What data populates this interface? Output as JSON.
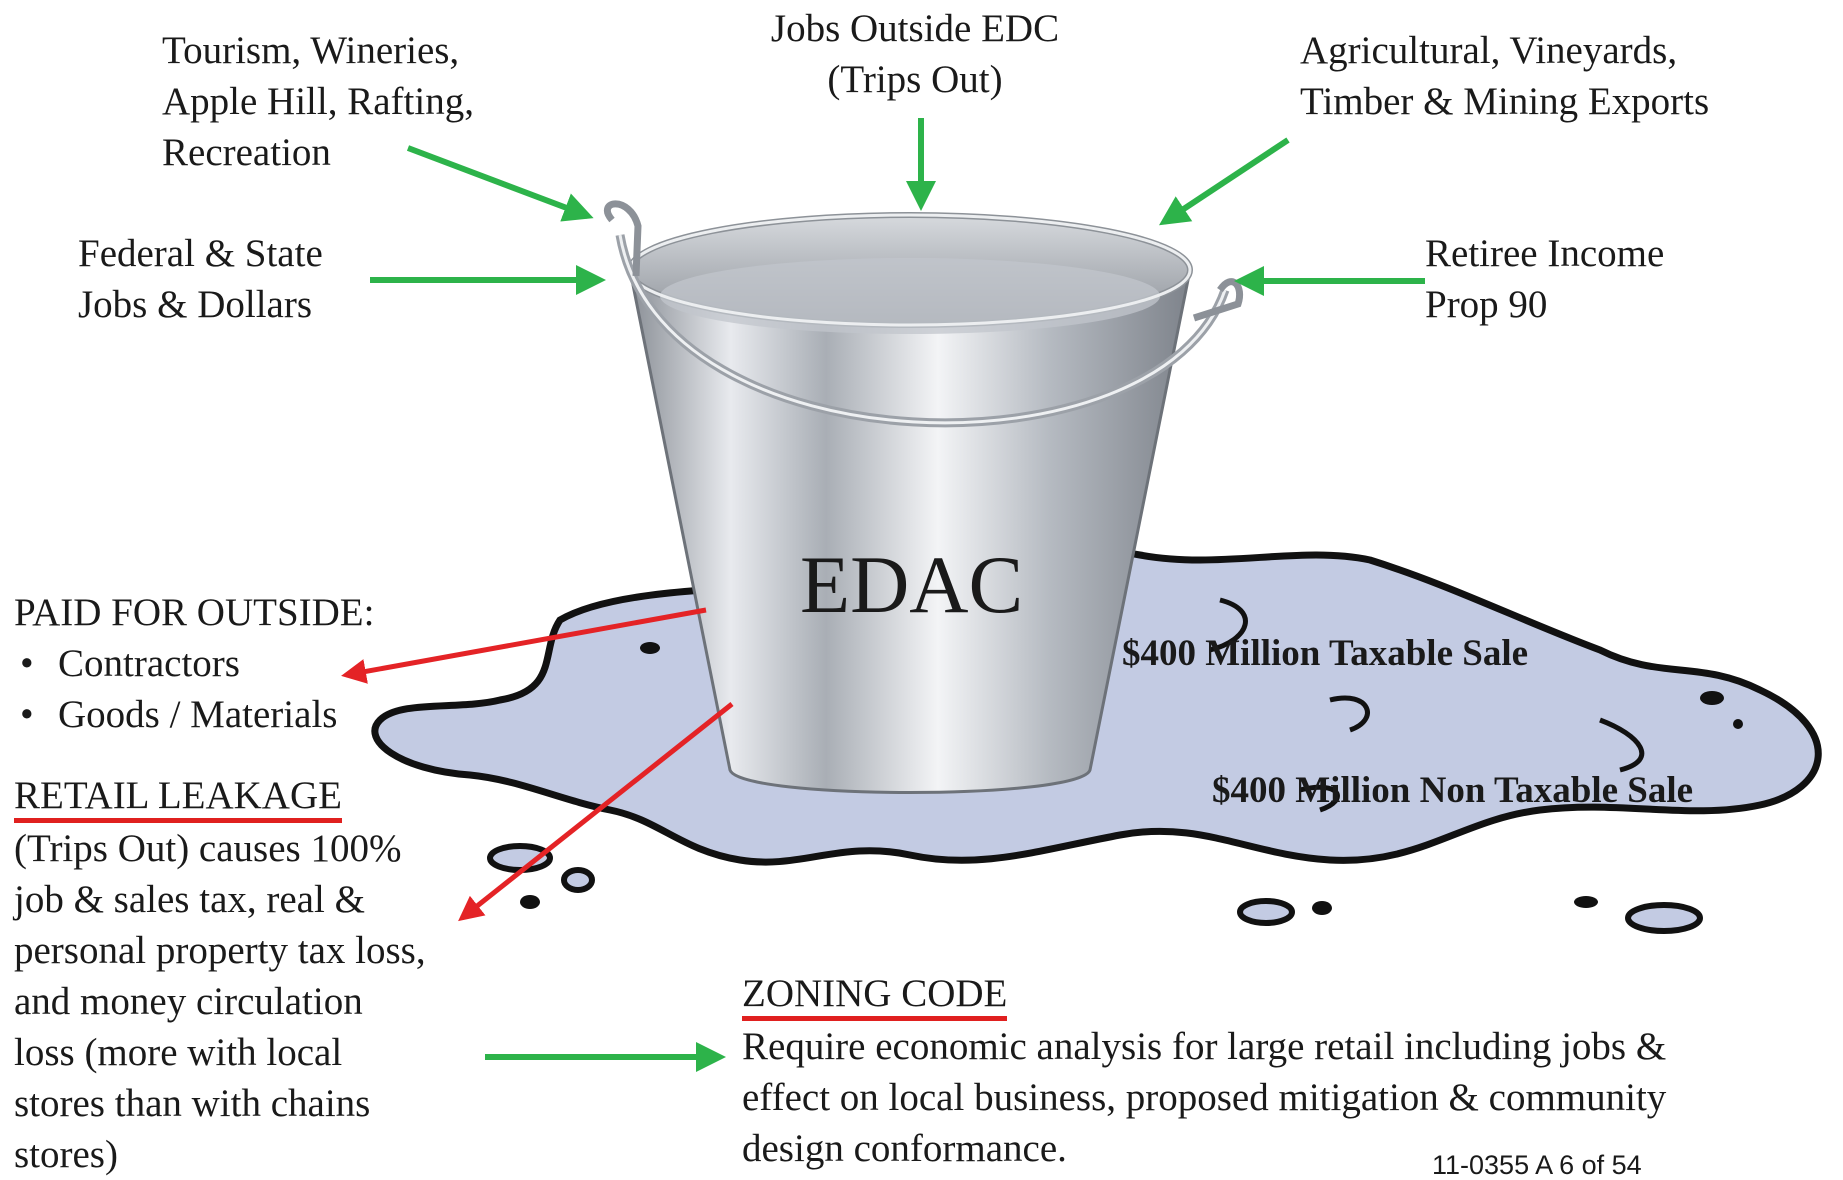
{
  "inputs": {
    "tourism": [
      "Tourism, Wineries,",
      "Apple Hill, Rafting,",
      "Recreation"
    ],
    "jobs_outside": [
      "Jobs Outside EDC",
      "(Trips Out)"
    ],
    "agricultural": [
      "Agricultural, Vineyards,",
      "Timber & Mining Exports"
    ],
    "federal": [
      "Federal & State",
      "Jobs & Dollars"
    ],
    "retiree": [
      "Retiree Income",
      "Prop 90"
    ]
  },
  "bucket": {
    "label": "EDAC"
  },
  "puddle": {
    "taxable": "$400 Million Taxable Sale",
    "non_taxable": "$400 Million Non Taxable Sale"
  },
  "paid_outside": {
    "heading": "PAID FOR OUTSIDE:",
    "items": [
      "Contractors",
      "Goods / Materials"
    ]
  },
  "retail_leakage": {
    "heading": "RETAIL LEAKAGE",
    "lines": [
      "(Trips Out) causes 100%",
      "job & sales tax, real &",
      "personal property tax loss,",
      "and money circulation",
      "loss (more with local",
      "stores than with chains",
      "stores)"
    ]
  },
  "zoning_code": {
    "heading": "ZONING CODE",
    "lines": [
      "Require economic analysis for large retail including jobs &",
      "effect on local business, proposed mitigation & community",
      "design conformance."
    ]
  },
  "page_ref": "11-0355 A 6 of 54",
  "colors": {
    "inflow_arrow": "#2db34a",
    "outflow_arrow": "#e42326",
    "puddle_fill": "#c3cbe3",
    "puddle_outline": "#111111"
  }
}
